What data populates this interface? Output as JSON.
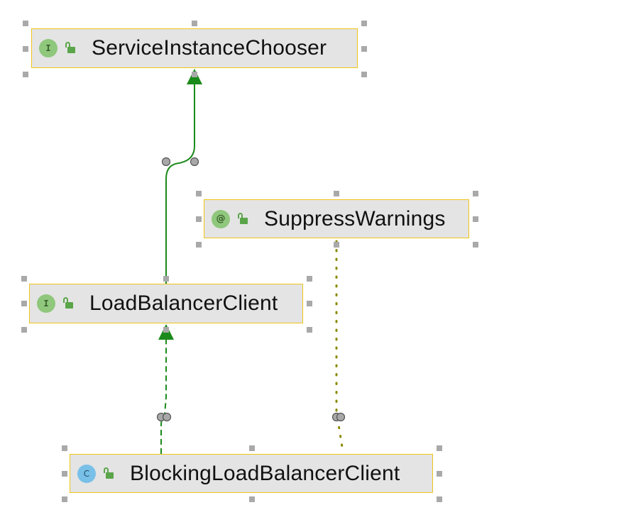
{
  "nodes": {
    "service_instance_chooser": {
      "name": "ServiceInstanceChooser",
      "kind": "interface",
      "badge": "I",
      "visibility": "public"
    },
    "suppress_warnings": {
      "name": "SuppressWarnings",
      "kind": "annotation",
      "badge": "@",
      "visibility": "public"
    },
    "load_balancer_client": {
      "name": "LoadBalancerClient",
      "kind": "interface",
      "badge": "I",
      "visibility": "public"
    },
    "blocking_load_balancer_client": {
      "name": "BlockingLoadBalancerClient",
      "kind": "class",
      "badge": "C",
      "visibility": "public"
    }
  },
  "edges": [
    {
      "from": "LoadBalancerClient",
      "to": "ServiceInstanceChooser",
      "type": "extends",
      "style": "solid",
      "color": "#1a8a1a"
    },
    {
      "from": "BlockingLoadBalancerClient",
      "to": "LoadBalancerClient",
      "type": "implements",
      "style": "dashed",
      "color": "#1a8a1a"
    },
    {
      "from": "BlockingLoadBalancerClient",
      "to": "SuppressWarnings",
      "type": "annotated-by",
      "style": "dotted",
      "color": "#8a8a00"
    }
  ],
  "colors": {
    "node_fill": "#e4e4e4",
    "node_border": "#f0c419",
    "interface_badge": "#8fc77c",
    "class_badge": "#79c0e8",
    "edge_green": "#1a8a1a",
    "edge_olive": "#8a8a00"
  }
}
